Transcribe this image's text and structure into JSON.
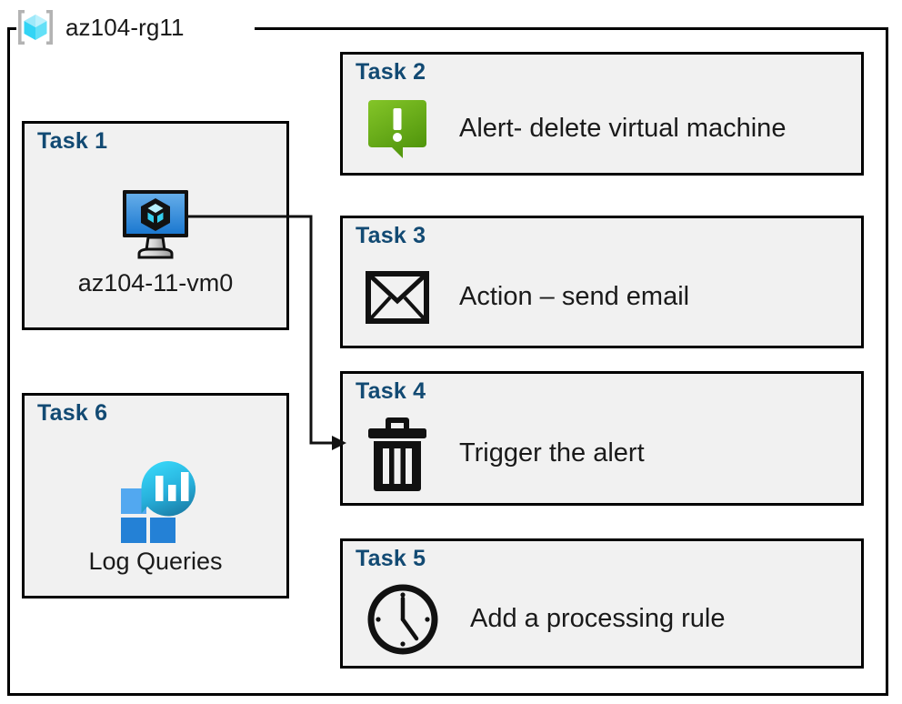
{
  "diagram": {
    "type": "resource-group-diagram",
    "header": {
      "icon": "resource-group-icon",
      "label": "az104-rg11"
    },
    "colors": {
      "task_title": "#124a73",
      "box_fill": "#f1f1f1",
      "box_border": "#000000",
      "alert_green_light": "#7fba26",
      "alert_green_dark": "#57a00f",
      "vm_blue_light": "#5ca8ea",
      "vm_blue_dark": "#1b78d0",
      "log_cyan": "#32d4f5",
      "log_teal": "#1c7fa8",
      "log_tile_light": "#4fa5ef",
      "log_tile_dark": "#2481d6",
      "rg_cube_light": "#a3eefb",
      "rg_cube_dark": "#32d4f5",
      "rg_bracket": "#b3b3b3"
    },
    "tasks": [
      {
        "id": "task-1",
        "title": "Task 1",
        "icon": "virtual-machine-icon",
        "caption": "az104-11-vm0",
        "column": "left"
      },
      {
        "id": "task-2",
        "title": "Task 2",
        "icon": "alert-callout-icon",
        "label": "Alert- delete virtual machine",
        "column": "right"
      },
      {
        "id": "task-3",
        "title": "Task 3",
        "icon": "envelope-icon",
        "label": "Action – send email",
        "column": "right"
      },
      {
        "id": "task-4",
        "title": "Task 4",
        "icon": "trash-icon",
        "label": "Trigger the alert",
        "column": "right"
      },
      {
        "id": "task-5",
        "title": "Task 5",
        "icon": "clock-icon",
        "label": "Add a processing rule",
        "column": "right"
      },
      {
        "id": "task-6",
        "title": "Task 6",
        "icon": "log-analytics-icon",
        "caption": "Log Queries",
        "column": "left"
      }
    ],
    "connectors": [
      {
        "from": "task-1-vm-icon",
        "to": "task-4",
        "style": "elbow-arrow"
      }
    ]
  }
}
